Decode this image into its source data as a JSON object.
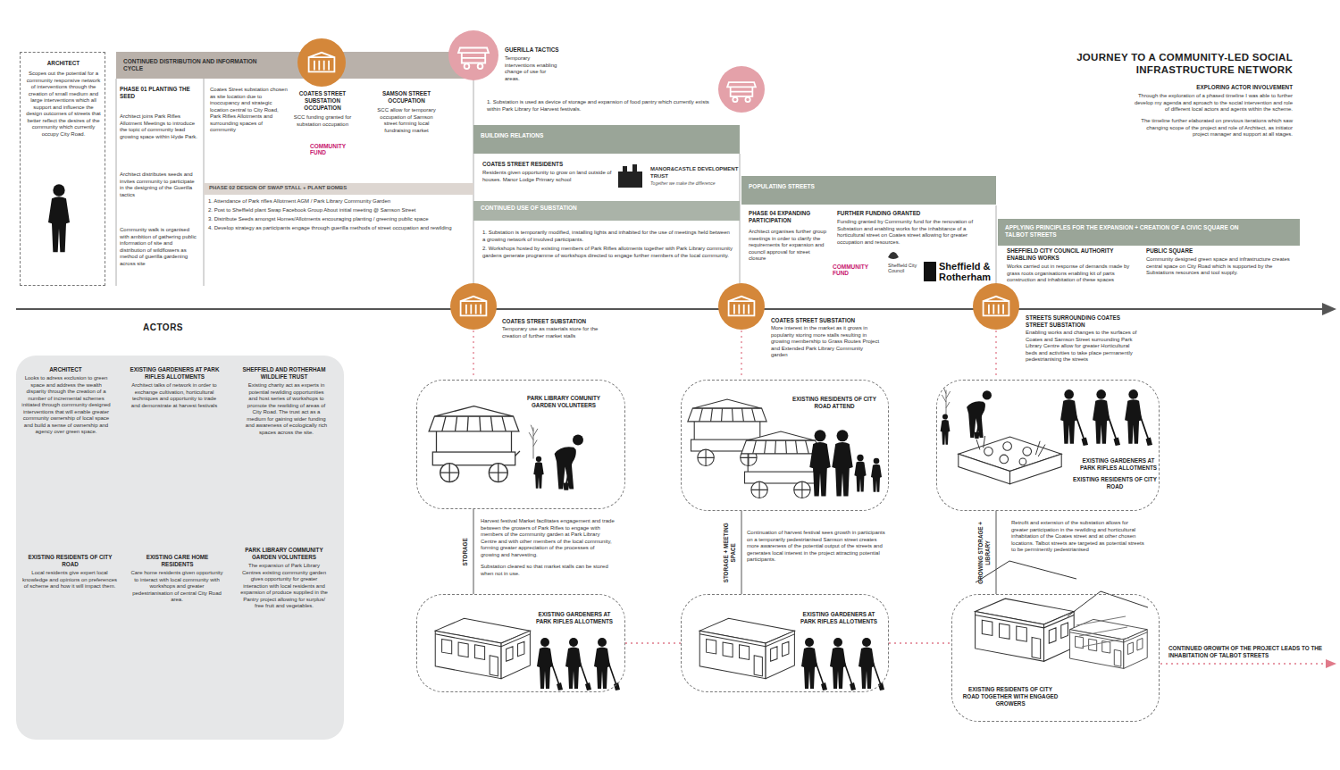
{
  "diagram": {
    "title": "JOURNEY TO A COMMUNITY-LED SOCIAL INFRASTRUCTURE NETWORK",
    "nodes": [
      {
        "text": [
          "ARCHITECT",
          "Scopes out the potential for a community responsive network of interventions through the creation of small medium and large interventions which all support and influence the design outcomes of streets that better reflect the desires of the community which currently occupy City Road."
        ]
      },
      {
        "text": [
          "CONTINUED DISTRIBUTION AND INFORMATION CYCLE"
        ]
      },
      {
        "text": [
          "PHASE 02 DESIGN OF SWAP STALL + PLANT BOMBS"
        ]
      },
      {
        "text": [
          "BUILDING RELATIONS"
        ]
      },
      {
        "text": [
          "CONTINUED USE OF SUBSTATION"
        ]
      },
      {
        "text": [
          "POPULATING STREETS"
        ]
      },
      {
        "text": [
          "APPLYING PRINCIPLES FOR THE EXPANSION + CREATION OF A CIVIC SQUARE ON TALBOT STREETS"
        ]
      },
      {
        "text": [
          "ACTORS",
          "ARCHITECT",
          "Looks to adress exclusion to green space and address the wealth disparity through the creation of a number of incremental schemes initiated through community designed interventions that will enable greater community ownership of local space and build a sense of ownership and agency over green space.",
          "EXISTING GARDENERS AT PARK RIFLES ALLOTMENTS",
          "Architect talks of network in order to exchange cultivation, horticultural techniques and opportunity to trade and demonstrate at harvest festivals",
          "SHEFFIELD AND ROTHERHAM WILDLIFE TRUST",
          "Existing charity act as experts in potential rewilding opportunities and host series of workshops to promote the rewilding of areas of City Road. The trust act as a medium for gaining wider funding and awareness of ecologically rich spaces across the site.",
          "EXISTING RESIDENTS OF CITY ROAD",
          "Local residents give expert local knowledge and opinions on preferences of scheme and how it will impact them.",
          "EXISTING CARE HOME RESIDENTS",
          "Care home residents given opportunity to interact with local community with workshops and greater pedestrianisation of central City Road area.",
          "PARK LIBRARY COMMUNITY GARDEN VOLUNTEERS",
          "The expansion of Park Library Centres existing community garden gives opportunity for greater interaction with local residents and expansion of produce supplied in the Pantry project allowing for surplus/ free fruit and vegetables."
        ]
      },
      {
        "text": [
          "PARK LIBRARY COMUNITY GARDEN VOLUNTEERS"
        ]
      },
      {
        "text": [
          "EXISTING RESIDENTS OF CITY ROAD ATTEND"
        ]
      },
      {
        "text": [
          "EXISTING GARDENERS AT PARK RIFLES ALLOTMENTS",
          "EXISTING RESIDENTS OF CITY ROAD"
        ]
      },
      {
        "text": [
          "EXISTING GARDENERS AT PARK RIFLES ALLOTMENTS"
        ]
      },
      {
        "text": [
          "EXISTING GARDENERS AT PARK RIFLES ALLOTMENTS"
        ]
      },
      {
        "text": [
          "EXISTING RESIDENTS OF CITY ROAD TOGETHER WITH ENGAGED GROWERS"
        ]
      }
    ],
    "edges": [
      {
        "from": 8,
        "to": 11,
        "arrow": "none",
        "label": "STORAGE"
      },
      {
        "from": 9,
        "to": 12,
        "arrow": "none",
        "label": "STORAGE + MEETING SPACE"
      },
      {
        "from": 10,
        "to": 13,
        "arrow": "none",
        "label": "GROWING STORAGE + LIBRARY"
      },
      {
        "from": 11,
        "to": 12,
        "arrow": "none"
      },
      {
        "from": 12,
        "to": 13,
        "arrow": "none"
      }
    ],
    "labels": [
      "PHASE 01 PLANTING THE SEED",
      "Architect joins Park Rifles Allotment Meetings to introduce the topic of community lead growing space within Hyde Park.",
      "Architect distributes seeds and invites community to participate in the designing of the Guerilla tactics",
      "Community walk is organised with ambition of gathering public information of site and distribution of wildflowers as method of guerilla gardening across site",
      "Coates Street substation chosen as site location due to inoccupancy and strategic location central to City Road, Park Rifles Allotments and surrounding spaces of community",
      "COATES STREET SUBSTATION OCCUPATION",
      "SCC funding granted for substation occupation",
      "COMMUNITY FUND",
      "SAMSON STREET OCCUPATION",
      "SCC allow for temporary occupation of Samson street forming local fundraising market",
      "GUERILLA TACTICS",
      "Temporary interventions enabling change of use for areas.",
      "1. Substation is used as device of storage and expansion of food pantry which currently exists within Park Library for Harvest festivals.",
      "COATES STREET RESIDENTS",
      "Residents given opportunity to grow on land outside of houses. Manor Lodge Primary school",
      "MANOR&CASTLE DEVELOPMENT TRUST",
      "Together we make the difference",
      "1. Attendance of Park rifles Allotment AGM / Park Library Community Garden",
      "2. Post to Sheffield plant Swap Facebook Group About initial meeting @ Samson Street",
      "3. Distribute Seeds amongst Homes/Allotments encouraging planting / greening public space",
      "4. Develop strategy as participants engage through guerilla methods of street occupation and rewilding",
      "1. Substation is temporarily modified, installing lights and inhabited for the use of meetings held between a growing network of involved participants.",
      "2. Workshops hosted by existing members of Park Rifles allotments together with Park Library community gardens generate programme of workshops directed to engage further members of the local community.",
      "PHASE 04 EXPANDING PARTICIPATION",
      "Architect organises further group meetings in order to clarify the requirements for expansion and council approval for street closure",
      "FURTHER FUNDING GRANTED",
      "Funding granted by Community fund for the renovation of Substation and enabling works for the inhabitance of a horticultural street on Coates street allowing for greater occupation and resources.",
      "COMMUNITY FUND",
      "Sheffield City Council",
      "Sheffield & Rotherham",
      "SHEFFIELD CITY COUNCIL AUTHORITY ENABLING WORKS",
      "Works carried out in response of demands made by grass roots organisations enabling kit of parts construction and inhabitation of these spaces",
      "PUBLIC SQUARE",
      "Community designed green space and infrastructure creates central space on City Road which is supported by the Substations resources and tool supply.",
      "EXPLORING ACTOR INVOLVEMENT",
      "Through the exploration of a phased timeline I was able to further develop my agenda and aproach to the social intervention and role of different local actors and agents within the scheme.",
      "The timeline further elaborated on previous iterations which saw changing scope of the project and role of Architect, as initiator project manager and support at all stages.",
      "COATES STREET SUBSTATION",
      "Temporary use as materials store for the creation of further market stalls",
      "COATES STREET SUBSTATION",
      "More interest in the market as it grows in popularity storing more stalls resulting in growing membership to Grass Routes Project and Extended Park Library Community garden",
      "STREETS SURROUNDING COATES STREET SUBSTATION",
      "Enabling works and changes to the surfaces of Coates and Samson Street surrounding Park Library Centre allow for greater Horticultural beds and activities to take place permanently pedestrianising the streets",
      "Harvest festival Market facilitates engagement and trade between the growers of Park Rifles to engage with members of the community garden at Park Library Centre and with other members of the local community, forming greater appreciation of the processes of growing and harvesting.",
      "Substation cleared so that market stalls can be stored when not in use.",
      "Continuation of harvest festival sees growth in participants on a temporarily pedestrianised Samson street creates more awareness of the potential output of the streets and generates local interest in the project attracting potential participants.",
      "Retrofit and extension of the substation allows for greater participation in the rewilding and horticultural inhabitation of the Coates street and at other chosen locations. Talbot streets are targeted as potential streets to be perminently pedestrianised",
      "CONTINUED GROWTH OF THE PROJECT LEADS TO THE INHABITATION OF TALBOT STREETS"
    ]
  }
}
